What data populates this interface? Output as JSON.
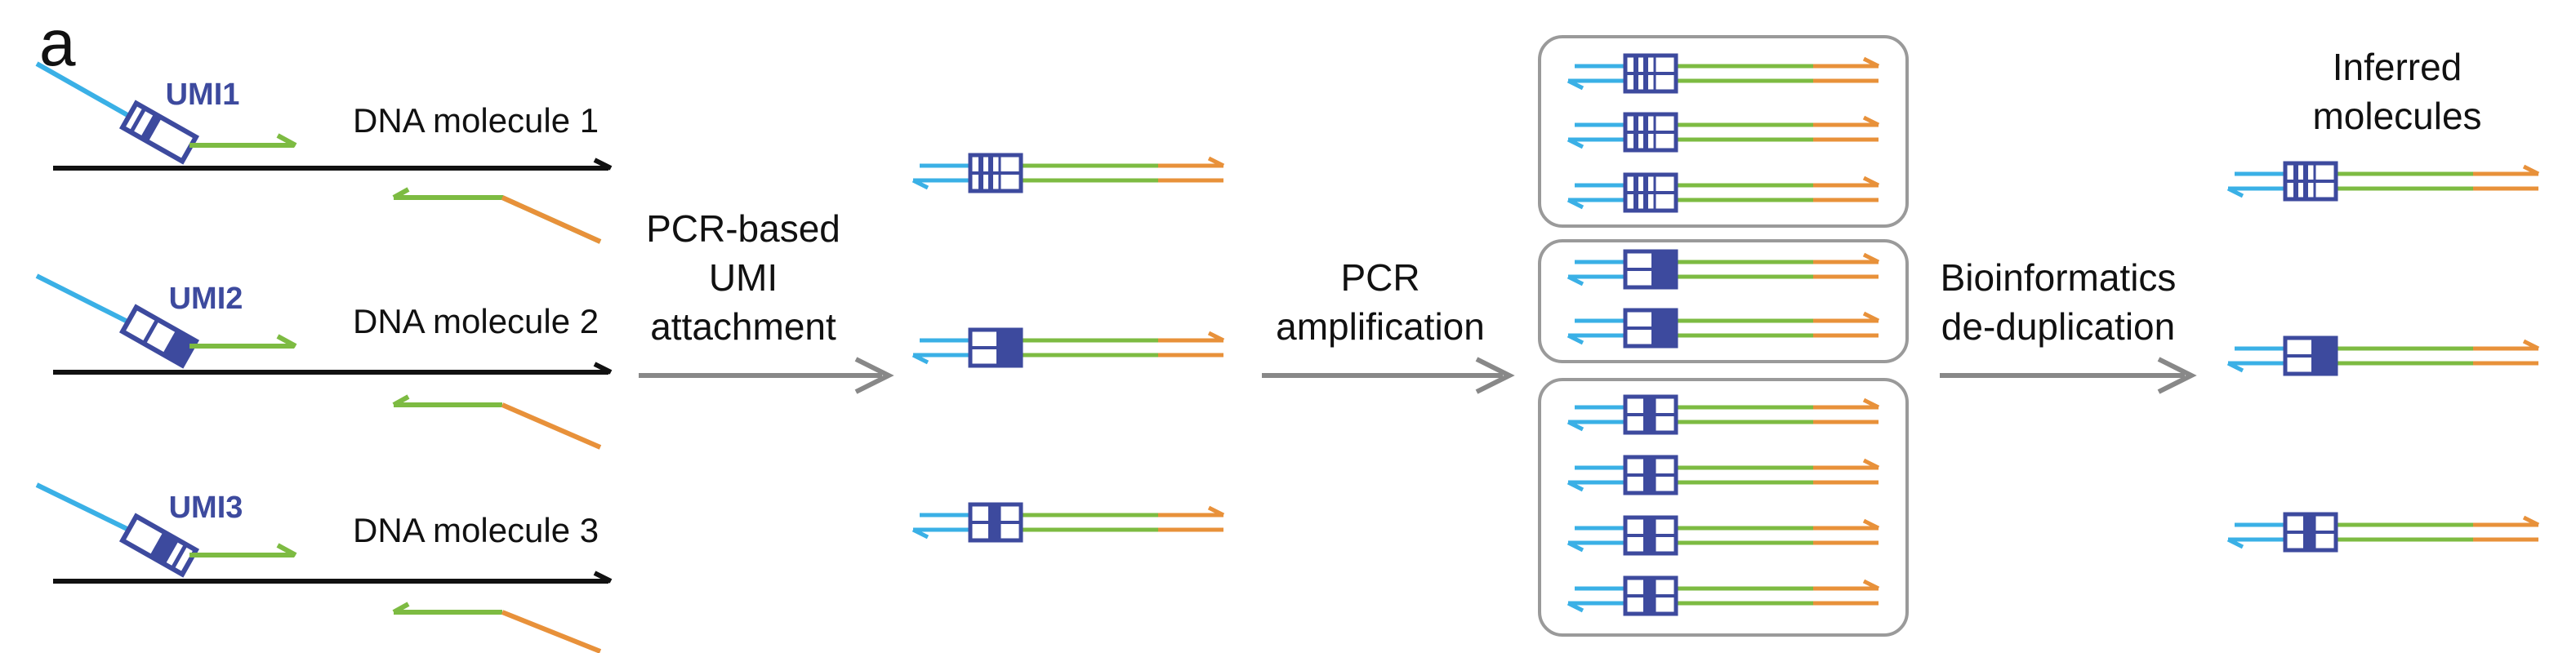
{
  "panel_label": "a",
  "umi_labels": [
    "UMI1",
    "UMI2",
    "UMI3"
  ],
  "molecule_labels": [
    "DNA molecule 1",
    "DNA molecule 2",
    "DNA molecule 3"
  ],
  "steps": {
    "attachment": [
      "PCR-based",
      "UMI",
      "attachment"
    ],
    "amplification": [
      "PCR",
      "amplification"
    ],
    "deduplication": [
      "Bioinformatics",
      "de-duplication"
    ],
    "result": [
      "Inferred",
      "molecules"
    ]
  },
  "colors": {
    "primer": "#3ab0e6",
    "insert": "#7dbb42",
    "adapter": "#e8913a",
    "umi": "#3d4a9e",
    "dna": "#111111",
    "arrow": "#888888",
    "group_border": "#9a9a9a"
  }
}
